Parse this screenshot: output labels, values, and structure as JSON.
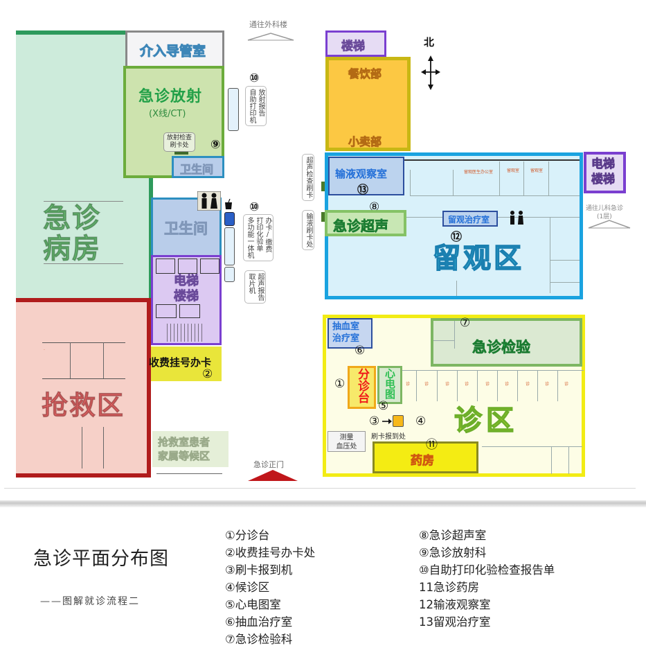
{
  "title": "急诊平面分布图",
  "subtitle": "——图解就诊流程二",
  "colors": {
    "ward_fill": "#cdebdb",
    "ward_border": "#2e9a5c",
    "rescue_fill": "#f6d0c8",
    "rescue_border": "#b01c1c",
    "radiology_fill": "#cde3ae",
    "radiology_border": "#6cac3c",
    "restroom_fill": "#b9cdea",
    "restroom_border": "#2d8fc0",
    "elevator_fill": "#dcc9f2",
    "elevator_border": "#7a3fd0",
    "registration_fill": "#e9e53a",
    "canteen_fill": "#fcc843",
    "canteen_border": "#c8b714",
    "observation_fill": "#d9f1fa",
    "observation_border": "#1aa3e0",
    "clinic_fill": "#fdfde6",
    "clinic_border": "#f2ec14",
    "lab_fill": "#dbe9d2",
    "lab_border": "#7db663",
    "pharmacy_fill": "#f4ec13",
    "entrance_arrow": "#c0161a"
  },
  "map": {
    "compass": {
      "label": "北"
    },
    "top_direction": {
      "label": "通往外科楼"
    },
    "entrance": {
      "label": "急诊正门"
    },
    "pediatric_direction": {
      "label": "通往儿科急诊",
      "floor": "(1层)"
    },
    "zones": {
      "ward": {
        "label_line1": "急诊",
        "label_line2": "病房"
      },
      "rescue": {
        "label": "抢救区"
      },
      "rescue_waiting": {
        "label_line1": "抢救室患者",
        "label_line2": "家属等候区"
      },
      "interventional": {
        "label": "介入导管室"
      },
      "radiology": {
        "label": "急诊放射",
        "sublabel": "(X线/CT)",
        "card_point": "放射检查\n刷卡处",
        "card_point_line1": "放射检查",
        "card_point_line2": "刷卡处",
        "number": "⑨"
      },
      "restroom_small": {
        "label": "卫生间"
      },
      "restroom_main": {
        "label": "卫生间"
      },
      "elevator_left": {
        "label_line1": "电梯",
        "label_line2": "楼梯"
      },
      "registration": {
        "label": "收费挂号办卡",
        "number": "②"
      },
      "stairs_top": {
        "label": "楼梯"
      },
      "canteen": {
        "label_top": "餐饮部",
        "label_bottom": "小卖部"
      },
      "elevator_right": {
        "label_line1": "电梯",
        "label_line2": "楼梯"
      },
      "observation": {
        "label": "留观区"
      },
      "infusion_room": {
        "label": "输液观察室",
        "number": "⑬"
      },
      "ultrasound": {
        "label": "急诊超声",
        "number": "⑧"
      },
      "observation_treatment": {
        "label": "留观治疗室",
        "number": "⑫"
      },
      "blood_draw": {
        "label_line1": "抽血室",
        "label_line2": "治疗室",
        "number": "⑥"
      },
      "lab": {
        "label": "急诊检验",
        "number": "⑦"
      },
      "triage": {
        "label": "分诊台",
        "number": "①"
      },
      "ecg": {
        "label": "心电图",
        "number": "⑤"
      },
      "checkin": {
        "number": "③",
        "label": "刷卡报到处"
      },
      "waiting": {
        "number": "④"
      },
      "clinic": {
        "label": "诊区"
      },
      "blood_pressure": {
        "label_line1": "测量",
        "label_line2": "血压处"
      },
      "pharmacy": {
        "label": "药房",
        "number": "⑪"
      }
    },
    "kiosks": {
      "radiology_print": {
        "number": "⑩",
        "text_col1": "自助打印机",
        "text_col2": "放射报告"
      },
      "multi_function": {
        "number": "⑩",
        "text_col1": "多功能一体机",
        "text_col2": "打印化验单",
        "text_col3": "办卡/缴费"
      },
      "film_pickup": {
        "text_col1": "取片机",
        "text_col2": "超声报告"
      },
      "ultrasound_card": {
        "text": "超声检查刷卡"
      },
      "infusion_card": {
        "text": "输液刷卡处"
      }
    }
  },
  "legend": {
    "col1": [
      "①分诊台",
      "②收费挂号办卡处",
      "③刷卡报到机",
      "④候诊区",
      "⑤心电图室",
      "⑥抽血治疗室",
      "⑦急诊检验科"
    ],
    "col2": [
      "⑧急诊超声室",
      "⑨急诊放射科",
      "⑩自助打印化验检查报告单",
      "11急诊药房",
      "12输液观察室",
      "13留观治疗室"
    ]
  }
}
